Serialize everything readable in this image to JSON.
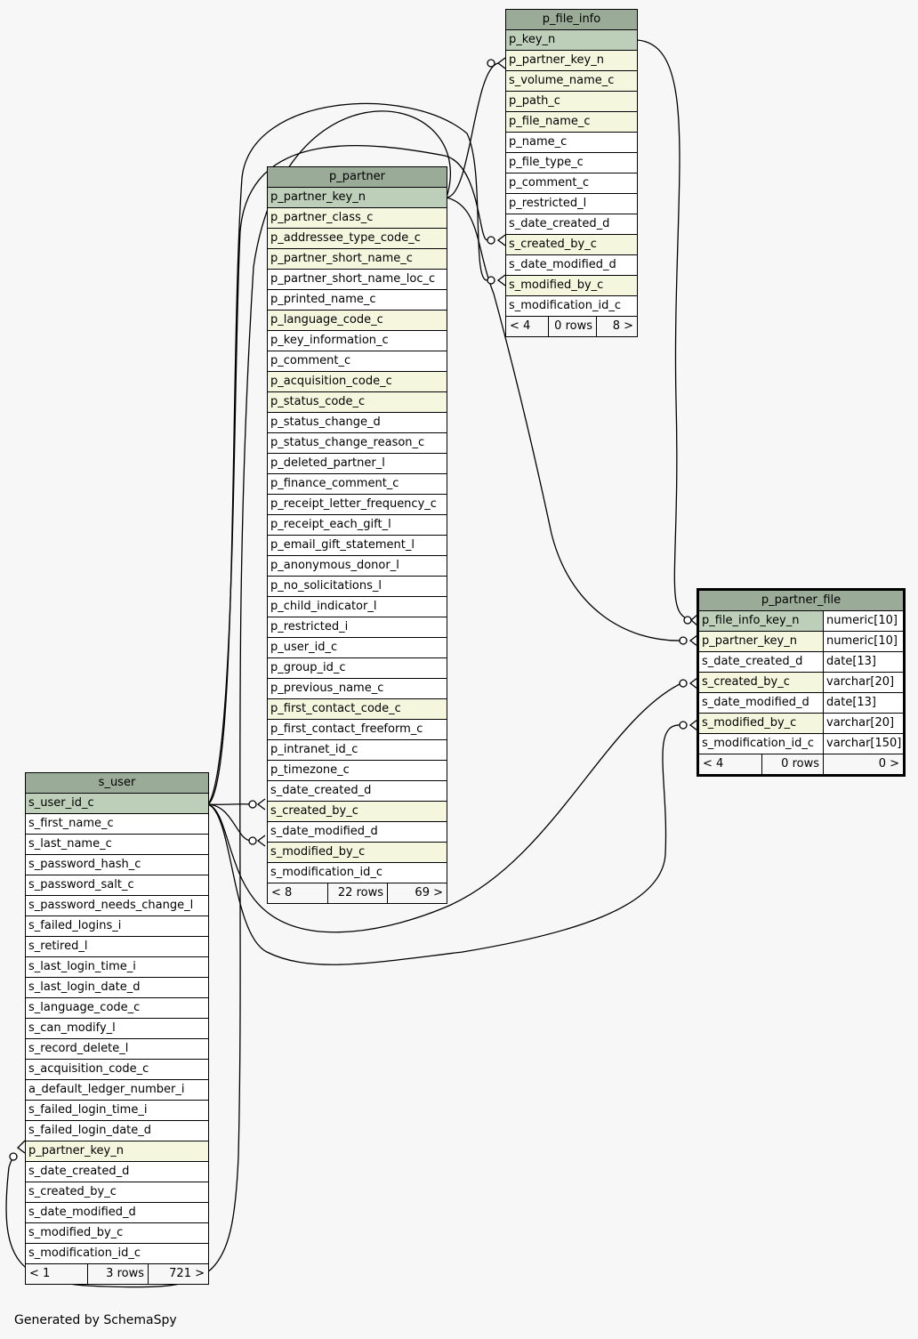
{
  "footer": "Generated by SchemaSpy",
  "colors": {
    "header": "#9aab98",
    "pk": "#bdcfb9",
    "fk": "#f4f7de",
    "plain": "#ffffff"
  },
  "tables": {
    "p_file_info": {
      "name": "p_file_info",
      "columns": [
        {
          "name": "p_key_n",
          "kind": "pk"
        },
        {
          "name": "p_partner_key_n",
          "kind": "fk"
        },
        {
          "name": "s_volume_name_c",
          "kind": "fk"
        },
        {
          "name": "p_path_c",
          "kind": "fk"
        },
        {
          "name": "p_file_name_c",
          "kind": "fk"
        },
        {
          "name": "p_name_c",
          "kind": "plain"
        },
        {
          "name": "p_file_type_c",
          "kind": "plain"
        },
        {
          "name": "p_comment_c",
          "kind": "plain"
        },
        {
          "name": "p_restricted_l",
          "kind": "plain"
        },
        {
          "name": "s_date_created_d",
          "kind": "plain"
        },
        {
          "name": "s_created_by_c",
          "kind": "fk"
        },
        {
          "name": "s_date_modified_d",
          "kind": "plain"
        },
        {
          "name": "s_modified_by_c",
          "kind": "fk"
        },
        {
          "name": "s_modification_id_c",
          "kind": "plain"
        }
      ],
      "footer": {
        "left": "< 4",
        "mid": "0 rows",
        "right": "8 >"
      }
    },
    "p_partner": {
      "name": "p_partner",
      "columns": [
        {
          "name": "p_partner_key_n",
          "kind": "pk"
        },
        {
          "name": "p_partner_class_c",
          "kind": "fk"
        },
        {
          "name": "p_addressee_type_code_c",
          "kind": "fk"
        },
        {
          "name": "p_partner_short_name_c",
          "kind": "fk"
        },
        {
          "name": "p_partner_short_name_loc_c",
          "kind": "plain"
        },
        {
          "name": "p_printed_name_c",
          "kind": "plain"
        },
        {
          "name": "p_language_code_c",
          "kind": "fk"
        },
        {
          "name": "p_key_information_c",
          "kind": "plain"
        },
        {
          "name": "p_comment_c",
          "kind": "plain"
        },
        {
          "name": "p_acquisition_code_c",
          "kind": "fk"
        },
        {
          "name": "p_status_code_c",
          "kind": "fk"
        },
        {
          "name": "p_status_change_d",
          "kind": "plain"
        },
        {
          "name": "p_status_change_reason_c",
          "kind": "plain"
        },
        {
          "name": "p_deleted_partner_l",
          "kind": "plain"
        },
        {
          "name": "p_finance_comment_c",
          "kind": "plain"
        },
        {
          "name": "p_receipt_letter_frequency_c",
          "kind": "plain"
        },
        {
          "name": "p_receipt_each_gift_l",
          "kind": "plain"
        },
        {
          "name": "p_email_gift_statement_l",
          "kind": "plain"
        },
        {
          "name": "p_anonymous_donor_l",
          "kind": "plain"
        },
        {
          "name": "p_no_solicitations_l",
          "kind": "plain"
        },
        {
          "name": "p_child_indicator_l",
          "kind": "plain"
        },
        {
          "name": "p_restricted_i",
          "kind": "plain"
        },
        {
          "name": "p_user_id_c",
          "kind": "plain"
        },
        {
          "name": "p_group_id_c",
          "kind": "plain"
        },
        {
          "name": "p_previous_name_c",
          "kind": "plain"
        },
        {
          "name": "p_first_contact_code_c",
          "kind": "fk"
        },
        {
          "name": "p_first_contact_freeform_c",
          "kind": "plain"
        },
        {
          "name": "p_intranet_id_c",
          "kind": "plain"
        },
        {
          "name": "p_timezone_c",
          "kind": "plain"
        },
        {
          "name": "s_date_created_d",
          "kind": "plain"
        },
        {
          "name": "s_created_by_c",
          "kind": "fk"
        },
        {
          "name": "s_date_modified_d",
          "kind": "plain"
        },
        {
          "name": "s_modified_by_c",
          "kind": "fk"
        },
        {
          "name": "s_modification_id_c",
          "kind": "plain"
        }
      ],
      "footer": {
        "left": "< 8",
        "mid": "22 rows",
        "right": "69 >"
      }
    },
    "s_user": {
      "name": "s_user",
      "columns": [
        {
          "name": "s_user_id_c",
          "kind": "pk"
        },
        {
          "name": "s_first_name_c",
          "kind": "plain"
        },
        {
          "name": "s_last_name_c",
          "kind": "plain"
        },
        {
          "name": "s_password_hash_c",
          "kind": "plain"
        },
        {
          "name": "s_password_salt_c",
          "kind": "plain"
        },
        {
          "name": "s_password_needs_change_l",
          "kind": "plain"
        },
        {
          "name": "s_failed_logins_i",
          "kind": "plain"
        },
        {
          "name": "s_retired_l",
          "kind": "plain"
        },
        {
          "name": "s_last_login_time_i",
          "kind": "plain"
        },
        {
          "name": "s_last_login_date_d",
          "kind": "plain"
        },
        {
          "name": "s_language_code_c",
          "kind": "plain"
        },
        {
          "name": "s_can_modify_l",
          "kind": "plain"
        },
        {
          "name": "s_record_delete_l",
          "kind": "plain"
        },
        {
          "name": "s_acquisition_code_c",
          "kind": "plain"
        },
        {
          "name": "a_default_ledger_number_i",
          "kind": "plain"
        },
        {
          "name": "s_failed_login_time_i",
          "kind": "plain"
        },
        {
          "name": "s_failed_login_date_d",
          "kind": "plain"
        },
        {
          "name": "p_partner_key_n",
          "kind": "fk"
        },
        {
          "name": "s_date_created_d",
          "kind": "plain"
        },
        {
          "name": "s_created_by_c",
          "kind": "plain"
        },
        {
          "name": "s_date_modified_d",
          "kind": "plain"
        },
        {
          "name": "s_modified_by_c",
          "kind": "plain"
        },
        {
          "name": "s_modification_id_c",
          "kind": "plain"
        }
      ],
      "footer": {
        "left": "< 1",
        "mid": "3 rows",
        "right": "721 >"
      }
    },
    "p_partner_file": {
      "name": "p_partner_file",
      "columns": [
        {
          "name": "p_file_info_key_n",
          "kind": "pk",
          "type": "numeric[10]"
        },
        {
          "name": "p_partner_key_n",
          "kind": "fk",
          "type": "numeric[10]"
        },
        {
          "name": "s_date_created_d",
          "kind": "plain",
          "type": "date[13]"
        },
        {
          "name": "s_created_by_c",
          "kind": "fk",
          "type": "varchar[20]"
        },
        {
          "name": "s_date_modified_d",
          "kind": "plain",
          "type": "date[13]"
        },
        {
          "name": "s_modified_by_c",
          "kind": "fk",
          "type": "varchar[20]"
        },
        {
          "name": "s_modification_id_c",
          "kind": "plain",
          "type": "varchar[150]"
        }
      ],
      "footer": {
        "left": "< 4",
        "mid": "0 rows",
        "right": "0 >"
      }
    }
  },
  "relationships": [
    {
      "from": "p_partner.p_partner_key_n",
      "to": "p_file_info.p_partner_key_n"
    },
    {
      "from": "p_file_info.p_key_n",
      "to": "p_partner_file.p_file_info_key_n"
    },
    {
      "from": "p_partner.p_partner_key_n",
      "to": "p_partner_file.p_partner_key_n"
    },
    {
      "from": "p_partner.p_partner_key_n",
      "to": "s_user.p_partner_key_n"
    },
    {
      "from": "s_user.s_user_id_c",
      "to": "p_partner.s_created_by_c"
    },
    {
      "from": "s_user.s_user_id_c",
      "to": "p_partner.s_modified_by_c"
    },
    {
      "from": "s_user.s_user_id_c",
      "to": "p_file_info.s_created_by_c"
    },
    {
      "from": "s_user.s_user_id_c",
      "to": "p_file_info.s_modified_by_c"
    },
    {
      "from": "s_user.s_user_id_c",
      "to": "p_partner_file.s_created_by_c"
    },
    {
      "from": "s_user.s_user_id_c",
      "to": "p_partner_file.s_modified_by_c"
    }
  ]
}
